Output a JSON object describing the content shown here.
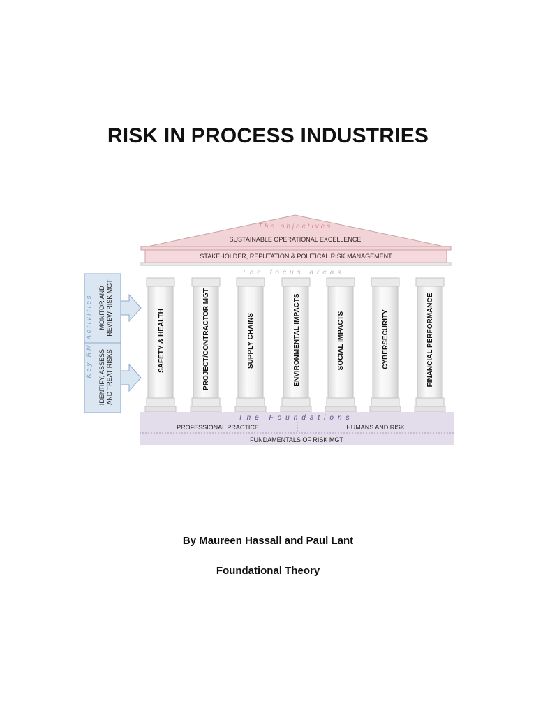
{
  "document": {
    "title": "RISK IN PROCESS INDUSTRIES",
    "byline": "By Maureen Hassall and Paul Lant",
    "subtitle": "Foundational Theory"
  },
  "diagram": {
    "objectives_label": "The objectives",
    "objective_top": "SUSTAINABLE OPERATIONAL EXCELLENCE",
    "objective_band": "STAKEHOLDER, REPUTATION & POLITICAL RISK MANAGEMENT",
    "focus_label": "The focus areas",
    "pillars": [
      "SAFETY & HEALTH",
      "PROJECT/CONTRACTOR MGT",
      "SUPPLY CHAINS",
      "ENVIRONMENTAL IMPACTS",
      "SOCIAL IMPACTS",
      "CYBERSECURITY",
      "FINANCIAL PERFORMANCE"
    ],
    "foundations_label": "The Foundations",
    "foundation_left": "PROFESSIONAL PRACTICE",
    "foundation_right": "HUMANS AND RISK",
    "foundation_base": "FUNDAMENTALS OF RISK MGT",
    "activities_label": "Key RM Activities",
    "activity_top_line1": "MONITOR AND",
    "activity_top_line2": "REVIEW RISK MGT",
    "activity_bottom_line1": "IDENTIFY, ASSESS",
    "activity_bottom_line2": "AND TREAT RISKS",
    "colors": {
      "roof_fill": "#f2d3d6",
      "roof_stroke": "#c9a3a7",
      "objectives_text": "#d98a92",
      "focus_text": "#b9b9b9",
      "foundation_fill": "#e3dcea",
      "foundations_text": "#5a4f86",
      "activity_fill": "#dbe6f3",
      "activity_stroke": "#8fa9cc",
      "activity_text": "#7f97bd",
      "pillar_fill": "#f1f1f1",
      "pillar_stroke": "#c4c4c4"
    }
  }
}
